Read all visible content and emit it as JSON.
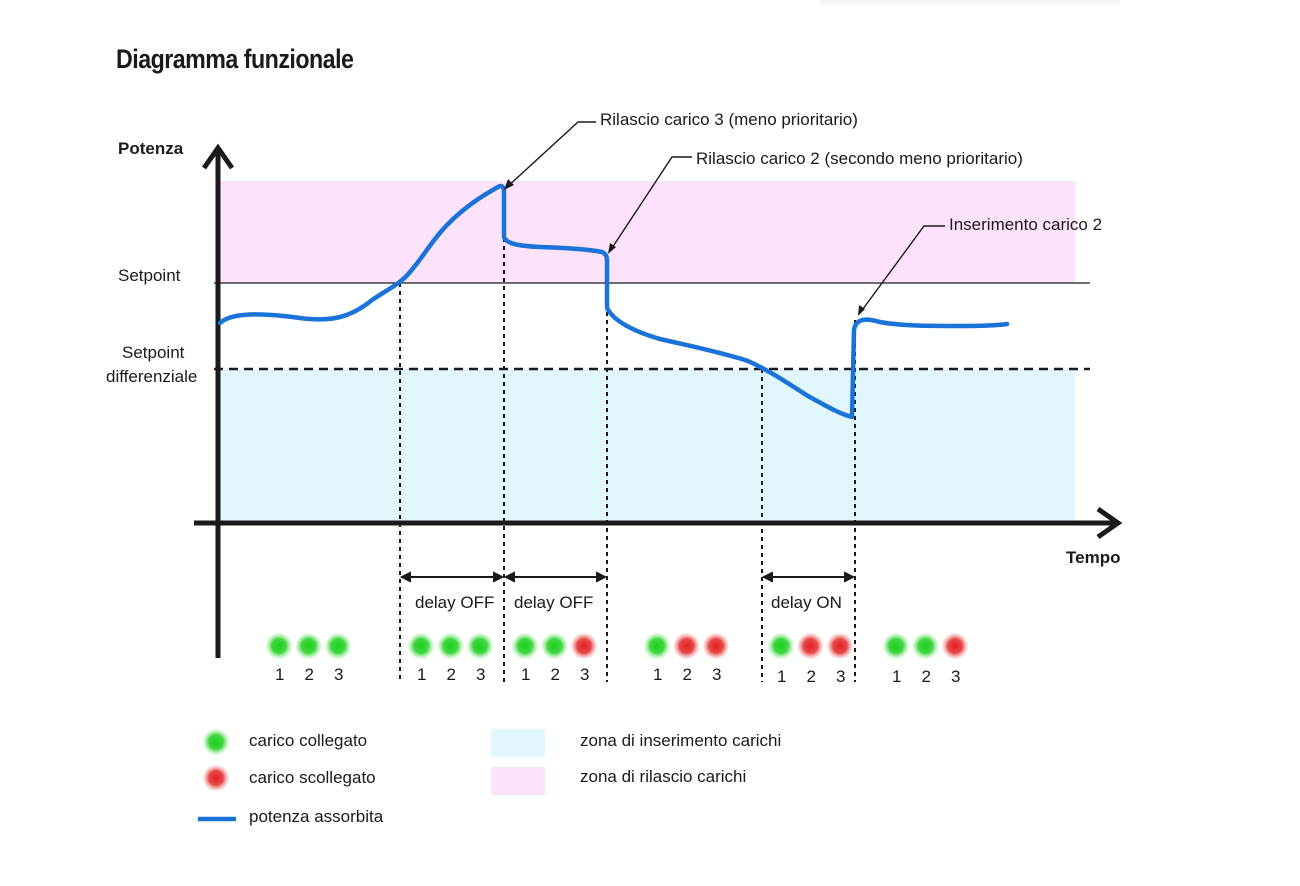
{
  "title": "Diagramma funzionale",
  "axes": {
    "y_label": "Potenza",
    "x_label": "Tempo",
    "setpoint_label": "Setpoint",
    "setpoint_diff_label_line1": "Setpoint",
    "setpoint_diff_label_line2": "differenziale"
  },
  "annotations": {
    "release_3": "Rilascio carico 3 (meno prioritario)",
    "release_2": "Rilascio carico 2 (secondo meno prioritario)",
    "insert_2": "Inserimento carico 2"
  },
  "delays": [
    {
      "label": "delay OFF"
    },
    {
      "label": "delay OFF"
    },
    {
      "label": "delay ON"
    }
  ],
  "load_groups": [
    {
      "states": [
        "on",
        "on",
        "on"
      ],
      "numbers": [
        "1",
        "2",
        "3"
      ]
    },
    {
      "states": [
        "on",
        "on",
        "on"
      ],
      "numbers": [
        "1",
        "2",
        "3"
      ]
    },
    {
      "states": [
        "on",
        "on",
        "off"
      ],
      "numbers": [
        "1",
        "2",
        "3"
      ]
    },
    {
      "states": [
        "on",
        "off",
        "off"
      ],
      "numbers": [
        "1",
        "2",
        "3"
      ]
    },
    {
      "states": [
        "on",
        "off",
        "off"
      ],
      "numbers": [
        "1",
        "2",
        "3"
      ]
    },
    {
      "states": [
        "on",
        "on",
        "off"
      ],
      "numbers": [
        "1",
        "2",
        "3"
      ]
    }
  ],
  "legend": {
    "connected": "carico collegato",
    "disconnected": "carico scollegato",
    "power": "potenza assorbita",
    "insert_zone": "zona di inserimento carichi",
    "release_zone": "zona di rilascio carichi"
  },
  "colors": {
    "power_line": "#1a73d9",
    "insert_zone": "#e2f6fd",
    "release_zone": "#fce2fa",
    "load_on": "#22d022",
    "load_off": "#e23030"
  }
}
